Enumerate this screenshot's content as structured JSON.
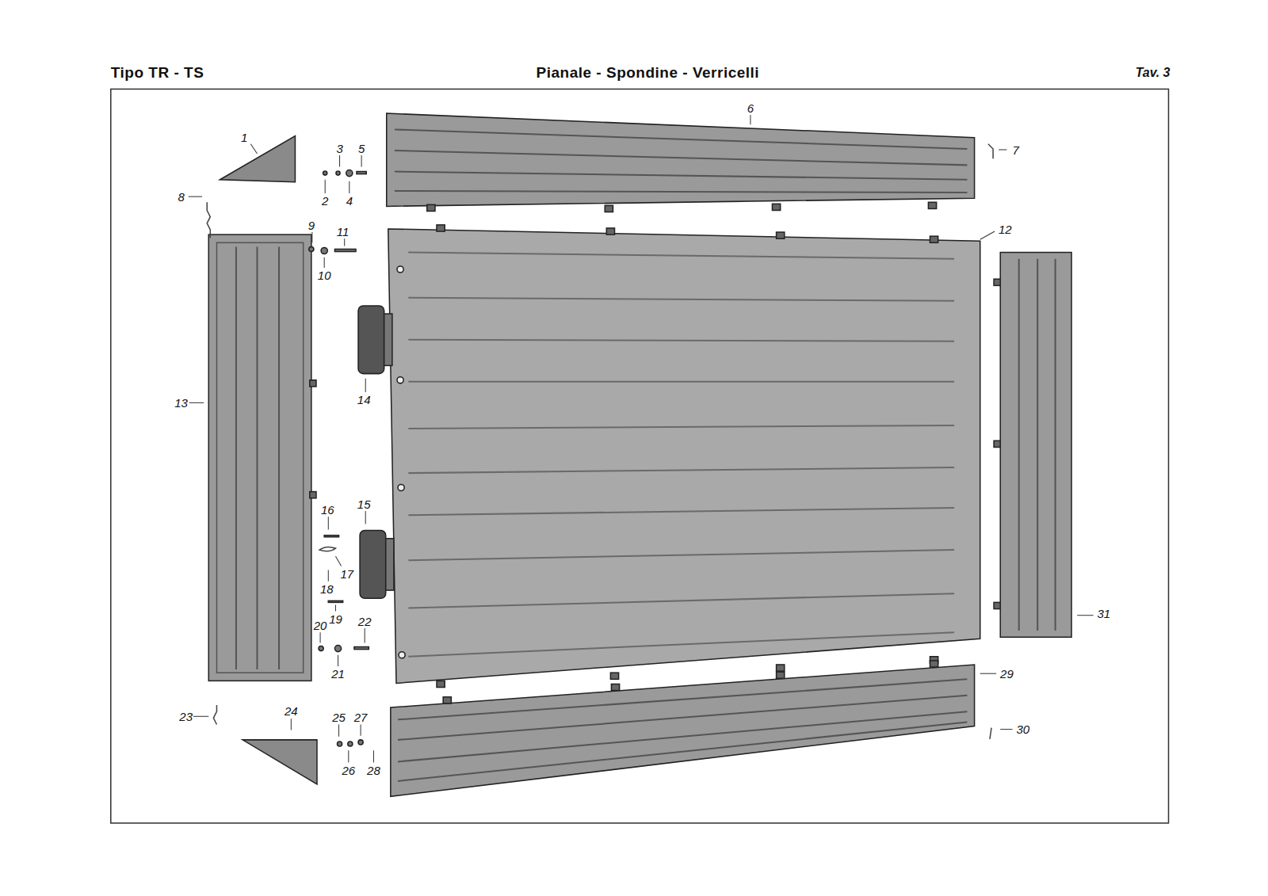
{
  "diagram": {
    "title": "Pianale - Spondine - Verricelli",
    "labels": [
      "Tipo TR - TS",
      "Tav. 3",
      "1",
      "2",
      "3",
      "4",
      "5",
      "6",
      "7",
      "8",
      "9",
      "10",
      "11",
      "12",
      "13",
      "14",
      "15",
      "16",
      "17",
      "18",
      "19",
      "20",
      "21",
      "22",
      "23",
      "24",
      "25",
      "26",
      "27",
      "28",
      "29",
      "30",
      "31"
    ]
  }
}
